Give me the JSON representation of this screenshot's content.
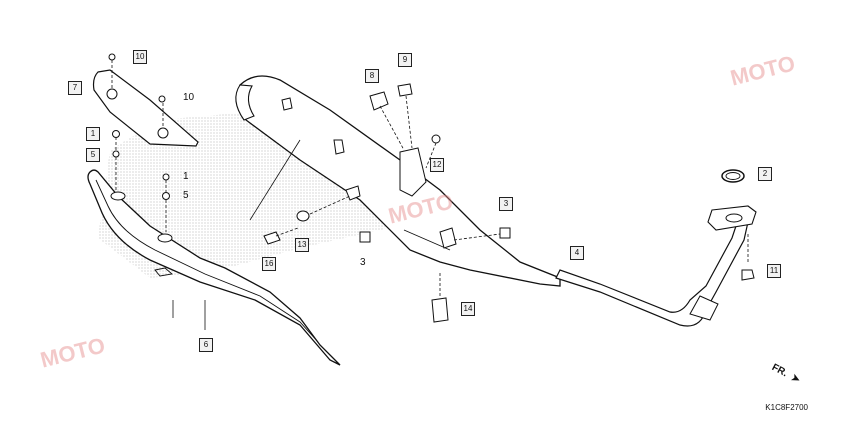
{
  "diagram": {
    "drawing_code": "K1C8F2700",
    "direction_label": "FR.",
    "callouts": [
      {
        "id": "c1",
        "label": "1"
      },
      {
        "id": "c2",
        "label": "2"
      },
      {
        "id": "c3",
        "label": "3"
      },
      {
        "id": "c4",
        "label": "4"
      },
      {
        "id": "c5",
        "label": "5"
      },
      {
        "id": "c6",
        "label": "6"
      },
      {
        "id": "c7",
        "label": "7"
      },
      {
        "id": "c8",
        "label": "8"
      },
      {
        "id": "c9",
        "label": "9"
      },
      {
        "id": "c10",
        "label": "10"
      },
      {
        "id": "c11",
        "label": "11"
      },
      {
        "id": "c12",
        "label": "12"
      },
      {
        "id": "c13",
        "label": "13"
      },
      {
        "id": "c14",
        "label": "14"
      },
      {
        "id": "c16",
        "label": "16"
      }
    ],
    "plain_labels": [
      {
        "id": "p10",
        "label": "10"
      },
      {
        "id": "p1",
        "label": "1"
      },
      {
        "id": "p5",
        "label": "5"
      },
      {
        "id": "p3",
        "label": "3"
      }
    ],
    "watermark": "MOTO"
  }
}
